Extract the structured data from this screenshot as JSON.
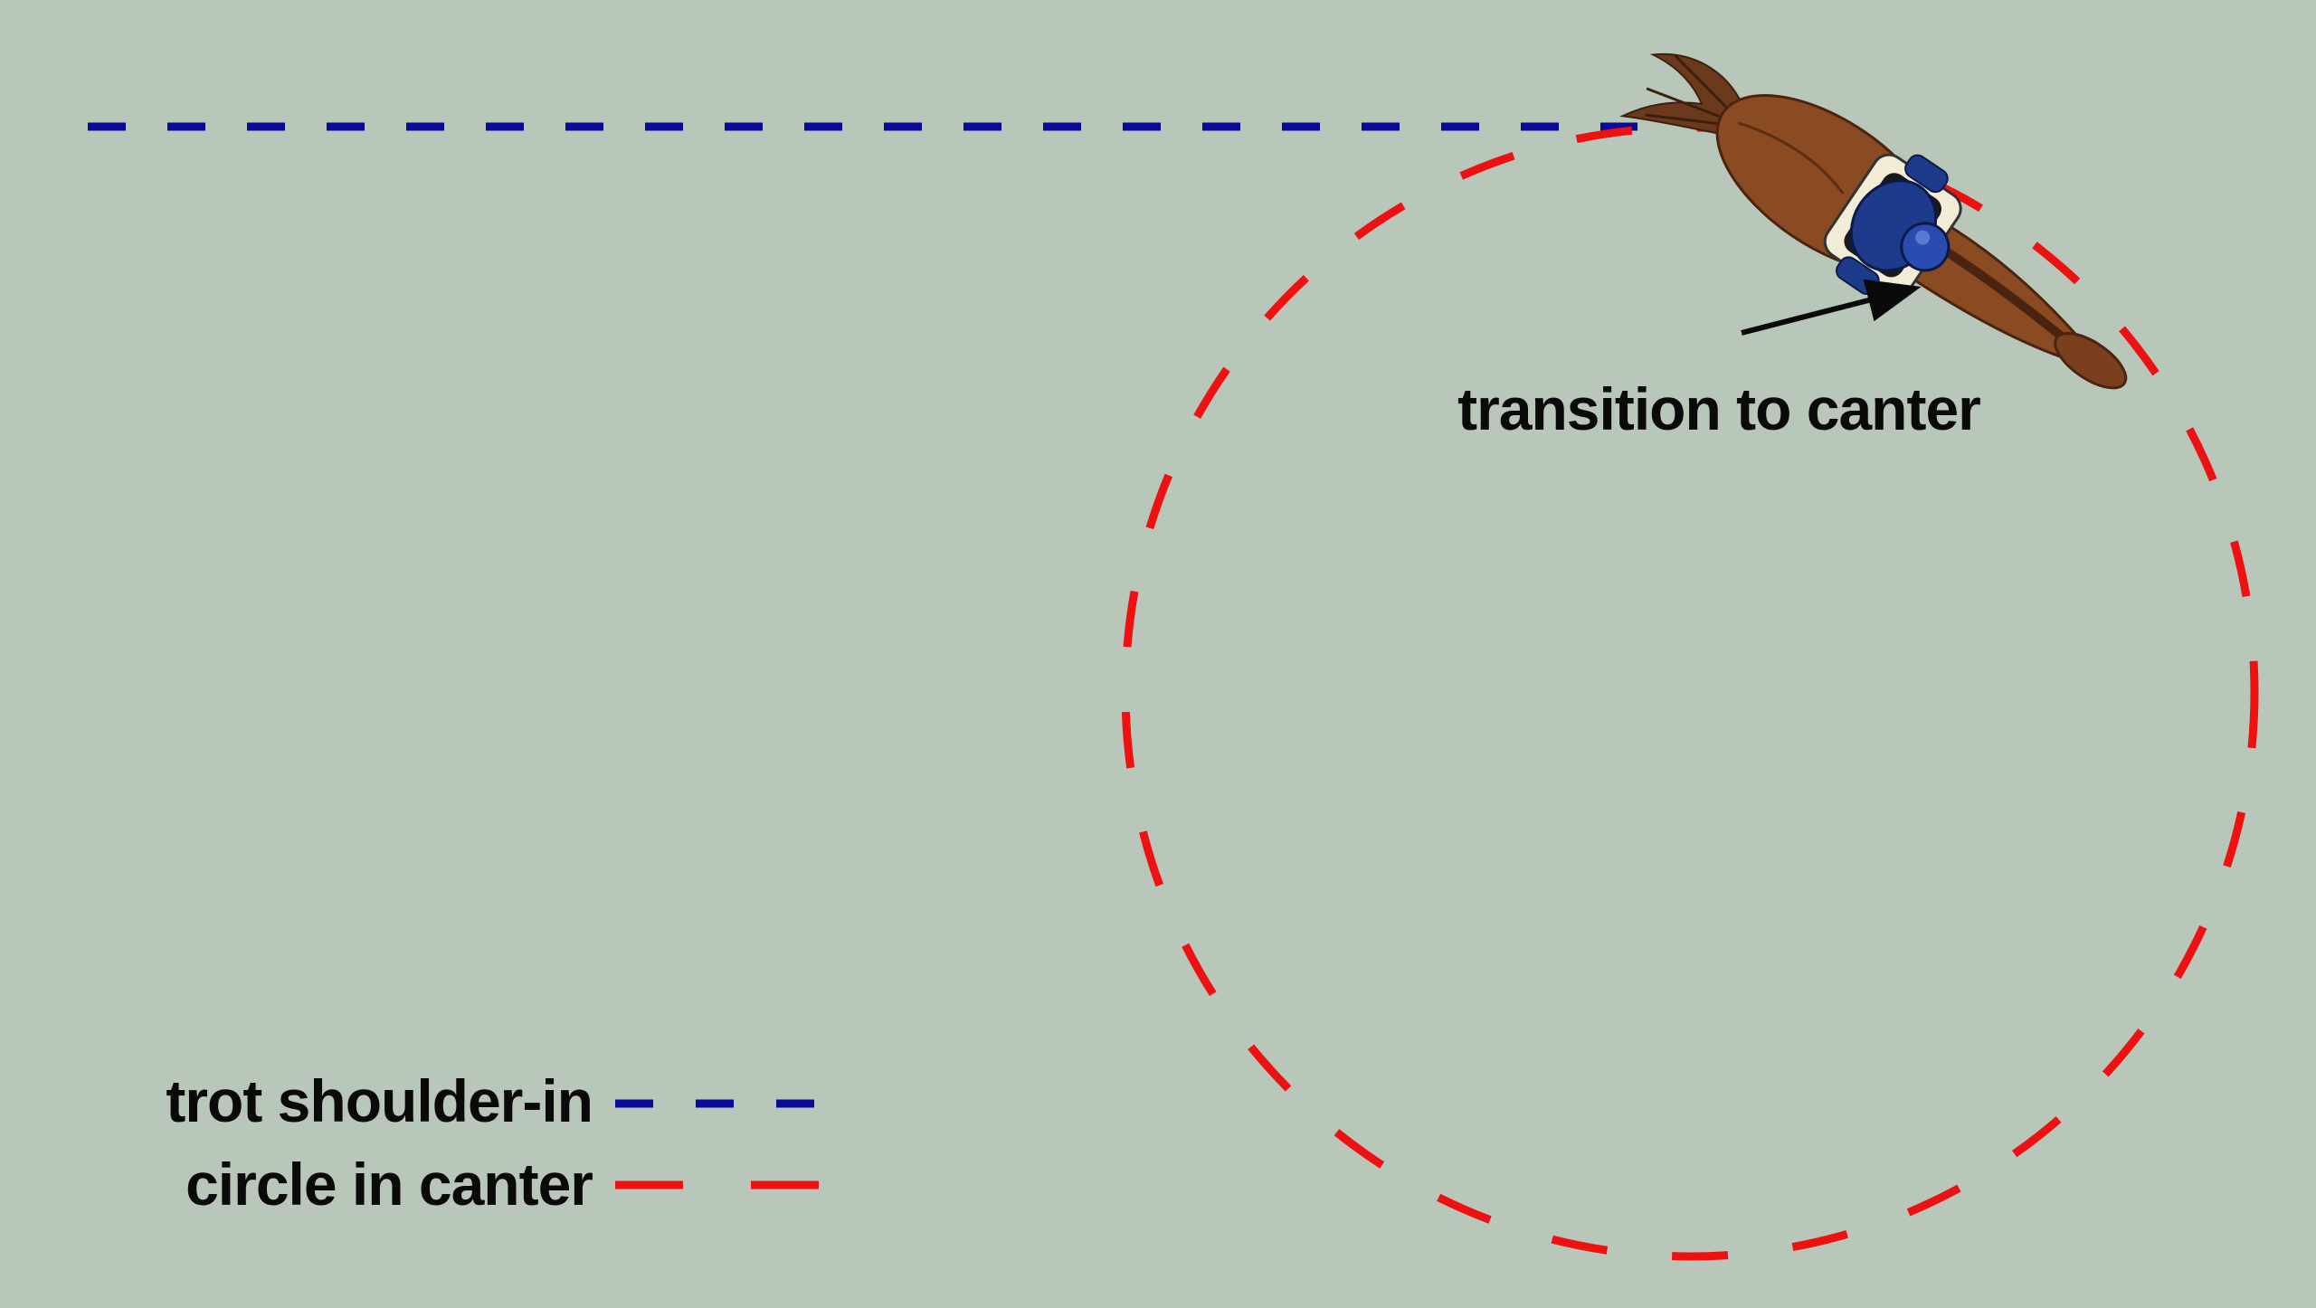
{
  "annotation": {
    "text": "transition to canter"
  },
  "legend": {
    "items": [
      {
        "label": "trot shoulder-in",
        "color": "#0a0a9a",
        "dash": "short"
      },
      {
        "label": "circle in canter",
        "color": "#ee1111",
        "dash": "long"
      }
    ]
  },
  "colors": {
    "background": "#b9c6ba",
    "trot_path": "#0a0a9a",
    "canter_path": "#ee1111",
    "arrow": "#0a0a0a",
    "horse_coat": "#8a4a22",
    "rider_jacket": "#1e3a8a"
  },
  "icons": {
    "horse_rider": "horse-and-rider-top-view"
  }
}
